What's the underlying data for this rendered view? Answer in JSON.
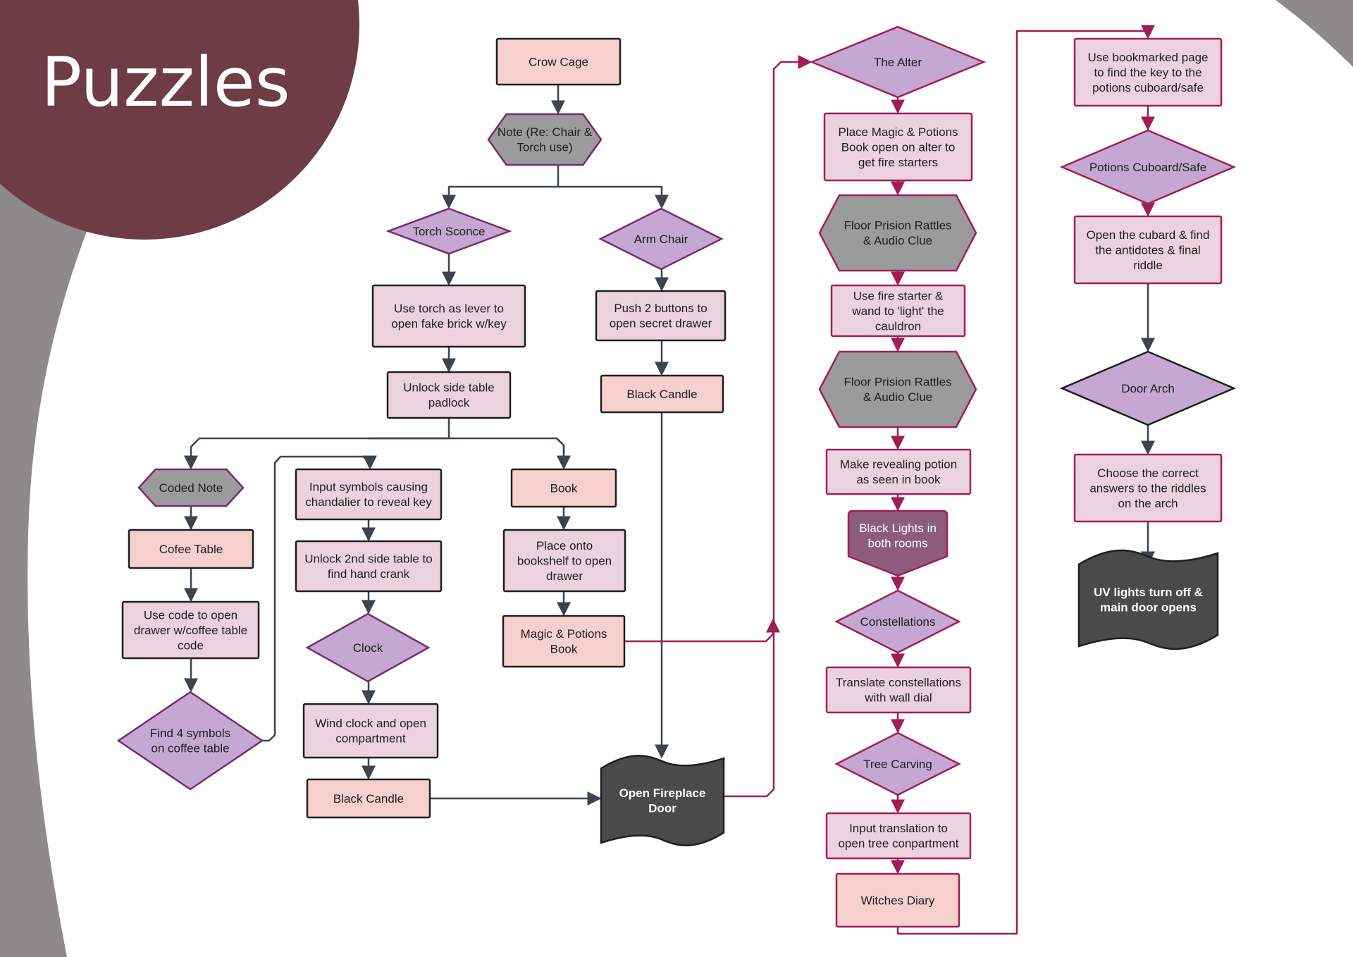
{
  "title": "Puzzles",
  "colors": {
    "title_circle": "#6e3c45",
    "gray_band": "#8e8a8b",
    "pink": "#f6d0cd",
    "mauve_light": "#ead3dd",
    "purple": "#c4a8d2",
    "gray": "#9b9b9b",
    "plum": "#8d5c7c",
    "dark": "#4a4a4a",
    "line_dark": "#3d4450",
    "line_red": "#a01e58"
  },
  "nodes": [
    {
      "id": "crow-cage",
      "text": "Crow Cage",
      "shape": "rect",
      "fill": "pink"
    },
    {
      "id": "note",
      "text": "Note (Re: Chair &\nTorch use)",
      "shape": "hex",
      "fill": "gray"
    },
    {
      "id": "torch-sconce",
      "text": "Torch Sconce",
      "shape": "diamond",
      "fill": "purple"
    },
    {
      "id": "arm-chair",
      "text": "Arm Chair",
      "shape": "diamond",
      "fill": "purple"
    },
    {
      "id": "use-torch",
      "text": "Use torch as lever to\nopen fake brick w/key",
      "shape": "rect",
      "fill": "mauve_light"
    },
    {
      "id": "push-buttons",
      "text": "Push 2 buttons to\nopen secret drawer",
      "shape": "rect",
      "fill": "mauve_light"
    },
    {
      "id": "unlock-side-table",
      "text": "Unlock side table\npadlock",
      "shape": "rect",
      "fill": "mauve_light"
    },
    {
      "id": "black-candle-1",
      "text": "Black Candle",
      "shape": "rect",
      "fill": "pink"
    },
    {
      "id": "coded-note",
      "text": "Coded Note",
      "shape": "hex",
      "fill": "gray"
    },
    {
      "id": "input-symbols",
      "text": "Input symbols causing\nchandalier to reveal key",
      "shape": "rect",
      "fill": "mauve_light"
    },
    {
      "id": "book",
      "text": "Book",
      "shape": "rect",
      "fill": "pink"
    },
    {
      "id": "cofee-table",
      "text": "Cofee Table",
      "shape": "rect",
      "fill": "pink"
    },
    {
      "id": "unlock-2nd",
      "text": "Unlock 2nd side table to\nfind hand crank",
      "shape": "rect",
      "fill": "mauve_light"
    },
    {
      "id": "place-onto",
      "text": "Place onto\nbookshelf to open\ndrawer",
      "shape": "rect",
      "fill": "mauve_light"
    },
    {
      "id": "use-code",
      "text": "Use code to open\ndrawer w/coffee table\ncode",
      "shape": "rect",
      "fill": "mauve_light"
    },
    {
      "id": "clock",
      "text": "Clock",
      "shape": "diamond",
      "fill": "purple"
    },
    {
      "id": "magic-book",
      "text": "Magic & Potions\nBook",
      "shape": "rect",
      "fill": "pink"
    },
    {
      "id": "find-symbols",
      "text": "Find 4 symbols\non coffee table",
      "shape": "diamond",
      "fill": "purple"
    },
    {
      "id": "wind-clock",
      "text": "Wind clock and open\ncompartment",
      "shape": "rect",
      "fill": "mauve_light"
    },
    {
      "id": "black-candle-2",
      "text": "Black Candle",
      "shape": "rect",
      "fill": "pink"
    },
    {
      "id": "fireplace",
      "text": "Open Fireplace\nDoor",
      "shape": "doc",
      "fill": "dark"
    },
    {
      "id": "alter",
      "text": "The Alter",
      "shape": "diamond",
      "fill": "purple"
    },
    {
      "id": "place-magic",
      "text": "Place Magic & Potions\nBook open on alter to\nget fire starters",
      "shape": "rect",
      "fill": "mauve_light"
    },
    {
      "id": "floor-1",
      "text": "Floor Prision Rattles\n& Audio Clue",
      "shape": "hex",
      "fill": "gray"
    },
    {
      "id": "fire-starter",
      "text": "Use fire starter &\nwand to 'light' the\ncauldron",
      "shape": "rect",
      "fill": "mauve_light"
    },
    {
      "id": "floor-2",
      "text": "Floor Prision Rattles\n& Audio Clue",
      "shape": "hex",
      "fill": "gray"
    },
    {
      "id": "revealing-potion",
      "text": "Make revealing potion\nas seen in book",
      "shape": "rect",
      "fill": "mauve_light"
    },
    {
      "id": "black-lights",
      "text": "Black Lights in\nboth rooms",
      "shape": "offpage",
      "fill": "plum"
    },
    {
      "id": "constellations",
      "text": "Constellations",
      "shape": "diamond",
      "fill": "purple"
    },
    {
      "id": "translate",
      "text": "Translate constellations\nwith wall dial",
      "shape": "rect",
      "fill": "mauve_light"
    },
    {
      "id": "tree-carving",
      "text": "Tree Carving",
      "shape": "diamond",
      "fill": "purple"
    },
    {
      "id": "input-translation",
      "text": "Input translation to\nopen tree conpartment",
      "shape": "rect",
      "fill": "mauve_light"
    },
    {
      "id": "witches-diary",
      "text": "Witches Diary",
      "shape": "rect",
      "fill": "pink"
    },
    {
      "id": "bookmarked",
      "text": "Use bookmarked page\nto find the key to the\npotions cuboard/safe",
      "shape": "rect",
      "fill": "mauve_light"
    },
    {
      "id": "potions-safe",
      "text": "Potions Cuboard/Safe",
      "shape": "diamond",
      "fill": "purple"
    },
    {
      "id": "open-cubard",
      "text": "Open the cubard & find\nthe antidotes & final\nriddle",
      "shape": "rect",
      "fill": "mauve_light"
    },
    {
      "id": "door-arch",
      "text": "Door Arch",
      "shape": "diamond",
      "fill": "purple"
    },
    {
      "id": "choose-answers",
      "text": "Choose the correct\nanswers to the riddles\non the arch",
      "shape": "rect",
      "fill": "mauve_light"
    },
    {
      "id": "uv-lights",
      "text": "UV lights turn off &\nmain door opens",
      "shape": "doc",
      "fill": "dark"
    }
  ],
  "edges": [
    {
      "from": "crow-cage",
      "to": "note",
      "color": "dark"
    },
    {
      "from": "note",
      "to": "torch-sconce",
      "color": "dark"
    },
    {
      "from": "note",
      "to": "arm-chair",
      "color": "dark"
    },
    {
      "from": "torch-sconce",
      "to": "use-torch",
      "color": "dark"
    },
    {
      "from": "arm-chair",
      "to": "push-buttons",
      "color": "dark"
    },
    {
      "from": "use-torch",
      "to": "unlock-side-table",
      "color": "dark"
    },
    {
      "from": "push-buttons",
      "to": "black-candle-1",
      "color": "dark"
    },
    {
      "from": "unlock-side-table",
      "to": "coded-note",
      "color": "dark"
    },
    {
      "from": "unlock-side-table",
      "to": "input-symbols",
      "color": "dark"
    },
    {
      "from": "unlock-side-table",
      "to": "book",
      "color": "dark"
    },
    {
      "from": "coded-note",
      "to": "cofee-table",
      "color": "dark"
    },
    {
      "from": "cofee-table",
      "to": "use-code",
      "color": "dark"
    },
    {
      "from": "use-code",
      "to": "find-symbols",
      "color": "dark"
    },
    {
      "from": "find-symbols",
      "to": "input-symbols",
      "color": "dark"
    },
    {
      "from": "input-symbols",
      "to": "unlock-2nd",
      "color": "dark"
    },
    {
      "from": "unlock-2nd",
      "to": "clock",
      "color": "dark"
    },
    {
      "from": "clock",
      "to": "wind-clock",
      "color": "dark"
    },
    {
      "from": "wind-clock",
      "to": "black-candle-2",
      "color": "dark"
    },
    {
      "from": "black-candle-2",
      "to": "fireplace",
      "color": "dark"
    },
    {
      "from": "black-candle-1",
      "to": "fireplace",
      "color": "dark"
    },
    {
      "from": "book",
      "to": "place-onto",
      "color": "dark"
    },
    {
      "from": "place-onto",
      "to": "magic-book",
      "color": "dark"
    },
    {
      "from": "magic-book",
      "to": "alter",
      "color": "red"
    },
    {
      "from": "fireplace",
      "to": "alter",
      "color": "red"
    },
    {
      "from": "alter",
      "to": "place-magic",
      "color": "red"
    },
    {
      "from": "place-magic",
      "to": "floor-1",
      "color": "red"
    },
    {
      "from": "floor-1",
      "to": "fire-starter",
      "color": "red"
    },
    {
      "from": "fire-starter",
      "to": "floor-2",
      "color": "red"
    },
    {
      "from": "floor-2",
      "to": "revealing-potion",
      "color": "red"
    },
    {
      "from": "revealing-potion",
      "to": "black-lights",
      "color": "red"
    },
    {
      "from": "black-lights",
      "to": "constellations",
      "color": "red"
    },
    {
      "from": "constellations",
      "to": "translate",
      "color": "red"
    },
    {
      "from": "translate",
      "to": "tree-carving",
      "color": "red"
    },
    {
      "from": "tree-carving",
      "to": "input-translation",
      "color": "red"
    },
    {
      "from": "input-translation",
      "to": "witches-diary",
      "color": "red"
    },
    {
      "from": "witches-diary",
      "to": "bookmarked",
      "color": "red"
    },
    {
      "from": "bookmarked",
      "to": "potions-safe",
      "color": "red"
    },
    {
      "from": "potions-safe",
      "to": "open-cubard",
      "color": "red"
    },
    {
      "from": "open-cubard",
      "to": "door-arch",
      "color": "dark"
    },
    {
      "from": "door-arch",
      "to": "choose-answers",
      "color": "dark"
    },
    {
      "from": "choose-answers",
      "to": "uv-lights",
      "color": "dark"
    }
  ]
}
